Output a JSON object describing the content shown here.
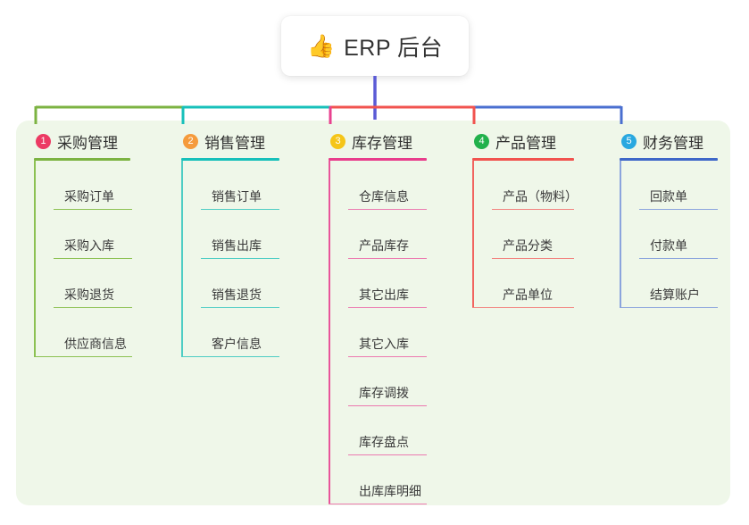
{
  "root": {
    "icon": "thumbs-up-icon",
    "emoji": "👍",
    "title": "ERP 后台"
  },
  "palette": {
    "panel_bg": "#eff7e9",
    "page_bg": "#ffffff",
    "root_stem": "#5b5bd6",
    "text": "#303030"
  },
  "columns": [
    {
      "number": "1",
      "title": "采购管理",
      "badge_color": "#ec3a63",
      "rule_color": "#7cb342",
      "spine_color": "#8cc152",
      "leaf_rule_color": "#8cc152",
      "connector_color": "#7cb342",
      "items": [
        {
          "label": "采购订单"
        },
        {
          "label": "采购入库"
        },
        {
          "label": "采购退货"
        },
        {
          "label": "供应商信息"
        }
      ]
    },
    {
      "number": "2",
      "title": "销售管理",
      "badge_color": "#f59b3c",
      "rule_color": "#17c0ba",
      "spine_color": "#4ecdc4",
      "leaf_rule_color": "#4ecdc4",
      "connector_color": "#17c0ba",
      "items": [
        {
          "label": "销售订单"
        },
        {
          "label": "销售出库"
        },
        {
          "label": "销售退货"
        },
        {
          "label": "客户信息"
        }
      ]
    },
    {
      "number": "3",
      "title": "库存管理",
      "badge_color": "#f5c518",
      "rule_color": "#e83e8c",
      "spine_color": "#e8559a",
      "leaf_rule_color": "#ec7ab0",
      "connector_color": "#e8418f",
      "items": [
        {
          "label": "仓库信息"
        },
        {
          "label": "产品库存"
        },
        {
          "label": "其它出库"
        },
        {
          "label": "其它入库"
        },
        {
          "label": "库存调拨"
        },
        {
          "label": "库存盘点"
        },
        {
          "label": "出库库明细"
        }
      ]
    },
    {
      "number": "4",
      "title": "产品管理",
      "badge_color": "#22b14c",
      "rule_color": "#f1534f",
      "spine_color": "#f1645f",
      "leaf_rule_color": "#f2837f",
      "connector_color": "#f1534f",
      "items": [
        {
          "label": "产品（物料）"
        },
        {
          "label": "产品分类"
        },
        {
          "label": "产品单位"
        }
      ]
    },
    {
      "number": "5",
      "title": "财务管理",
      "badge_color": "#29a8e0",
      "rule_color": "#3f68c8",
      "spine_color": "#8ba4dd",
      "leaf_rule_color": "#8ba4dd",
      "connector_color": "#4a6fd0",
      "items": [
        {
          "label": "回款单"
        },
        {
          "label": "付款单"
        },
        {
          "label": "结算账户"
        }
      ]
    }
  ]
}
